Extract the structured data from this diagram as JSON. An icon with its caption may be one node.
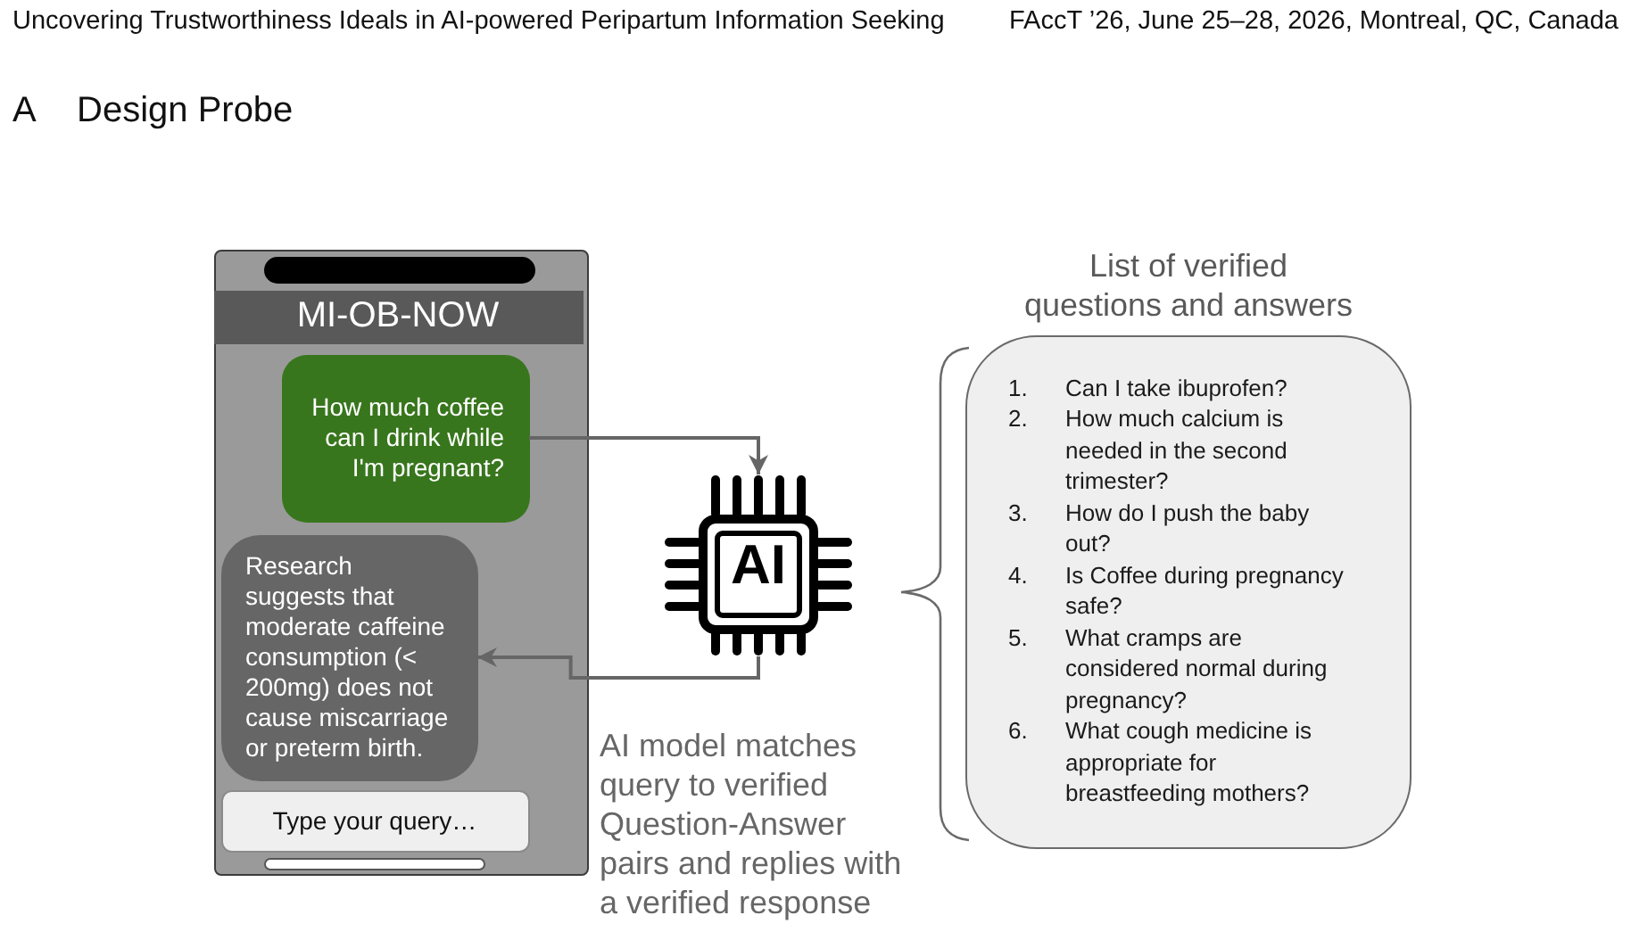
{
  "diagram": {
    "title": "Design Probe",
    "nodes": [
      {
        "text": [],
        "shape": "box"
      },
      {
        "text": [
          "MI-OB-NOW"
        ],
        "in": 0
      },
      {
        "text": [
          "How much coffee can I drink while I'm pregnant?"
        ],
        "in": 0
      },
      {
        "text": [
          "Research suggests that moderate caffeine consumption (< 200mg) does not cause miscarriage or preterm birth."
        ],
        "in": 0
      },
      {
        "text": [
          "Type your query…"
        ],
        "in": 0
      },
      {
        "text": [
          "AI"
        ],
        "beside": [
          "AI model matches query to verified Question-Answer pairs and replies with a verified response"
        ]
      },
      {
        "text": [
          "List of verified questions and answers",
          "1. Can I take ibuprofen?",
          "2. How much calcium is needed in the second trimester?",
          "3. How do I push the baby out?",
          "4. Is Coffee during pregnancy safe?",
          "5. What cramps are considered normal during pregnancy?",
          "6. What cough medicine is appropriate for breastfeeding mothers?"
        ]
      }
    ],
    "edges": [
      {
        "from": 2,
        "to": 5,
        "arrow": "to"
      },
      {
        "from": 5,
        "to": 3,
        "arrow": "to"
      }
    ],
    "labels": [
      "Uncovering Trustworthiness Ideals in AI-powered Peripartum Information Seeking",
      "FAccT ’26, June 25–28, 2026, Montreal, QC, Canada",
      "A"
    ]
  }
}
